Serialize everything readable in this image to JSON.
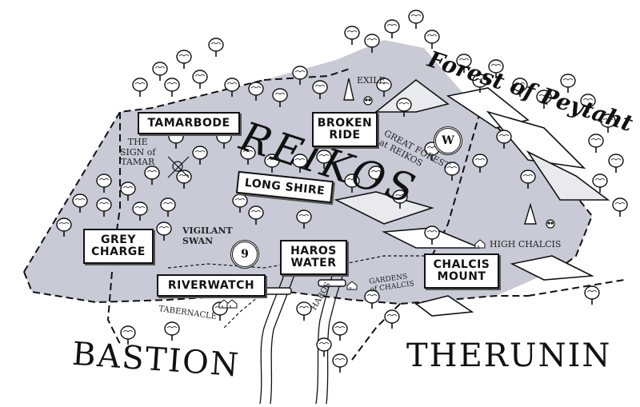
{
  "map": {
    "kingdom_name": "REIKOS",
    "forest_name": "Forest of Peytaht",
    "regions": {
      "bastion": "BASTION",
      "therunin": "THERUNIN"
    },
    "boxed_places": {
      "tamarbode": "TAMARBODE",
      "broken_ride": [
        "BROKEN",
        "RIDE"
      ],
      "long_shire": "LONG SHIRE",
      "grey_charge": [
        "GREY",
        "CHARGE"
      ],
      "haros_water": [
        "HAROS",
        "WATER"
      ],
      "riverwatch": "RIVERWATCH",
      "chalcis_mount": [
        "CHALCIS",
        "MOUNT"
      ]
    },
    "labels": {
      "exile": "EXILE",
      "sign_of_tamar": [
        "THE",
        "SIGN of",
        "TAMAR"
      ],
      "great_forest": [
        "GREAT FOREST",
        "at REIKOS"
      ],
      "vigilant_swan": [
        "VIGILANT",
        "SWAN"
      ],
      "high_chalcis": "HIGH CHALCIS",
      "gardens_of_chalcis": [
        "GARDENS",
        "of CHALCIS"
      ],
      "tabernacle": "TABERNACLE",
      "haros": "HAROS"
    },
    "emblems": {
      "great_forest_emblem": "W",
      "vigilant_swan_emblem": "9"
    },
    "colors": {
      "kingdom_fill": "#c9cad6",
      "ink": "#111111"
    }
  }
}
